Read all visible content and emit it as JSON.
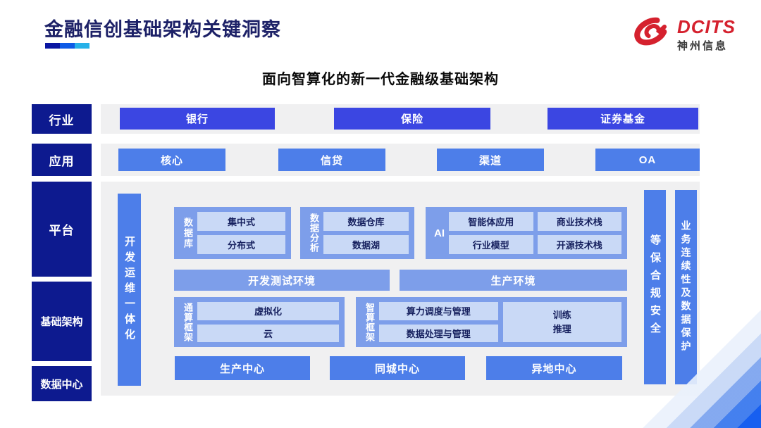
{
  "slide": {
    "title": "金融信创基础架构关键洞察",
    "subtitle": "面向智算化的新一代金融级基础架构"
  },
  "logo": {
    "brand": "DCITS",
    "company": "神州信息"
  },
  "rows": {
    "industry": {
      "label": "行业",
      "items": [
        "银行",
        "保险",
        "证券基金"
      ]
    },
    "application": {
      "label": "应用",
      "items": [
        "核心",
        "信贷",
        "渠道",
        "OA"
      ]
    },
    "platform_label": "平台",
    "infrastructure_label": "基础架构",
    "datacenter_label": "数据中心"
  },
  "diagram": {
    "devops_bar": "开发运维一体化",
    "database": {
      "label": "数据库",
      "items": [
        "集中式",
        "分布式"
      ]
    },
    "analytics": {
      "label": "数据分析",
      "items": [
        "数据仓库",
        "数据湖"
      ]
    },
    "ai": {
      "label": "AI",
      "items": [
        "智能体应用",
        "商业技术栈",
        "行业模型",
        "开源技术栈"
      ]
    },
    "dev_test_env": "开发测试环境",
    "prod_env": "生产环境",
    "general_compute": {
      "label": "通算框架",
      "items": [
        "虚拟化",
        "云"
      ]
    },
    "smart_compute": {
      "label": "智算框架",
      "items": [
        "算力调度与管理",
        "数据处理与管理"
      ],
      "side": {
        "line1": "训练",
        "line2": "推理"
      }
    },
    "centers": [
      "生产中心",
      "同城中心",
      "异地中心"
    ],
    "security_bar": "等保合规安全",
    "continuity_bar": "业务连续性及数据保护"
  },
  "colors": {
    "navy": "#0d1a8f",
    "royal_blue": "#3b46e2",
    "cornflower": "#4d7ee9",
    "panel_blue": "#7d9eea",
    "chip_blue": "#c9d9f6",
    "chip_text": "#17215f",
    "brand_red": "#d5212e",
    "title_navy": "#1d2167",
    "underline_segments": [
      "#0a16a2",
      "#0e5be6",
      "#27b1e8"
    ]
  }
}
